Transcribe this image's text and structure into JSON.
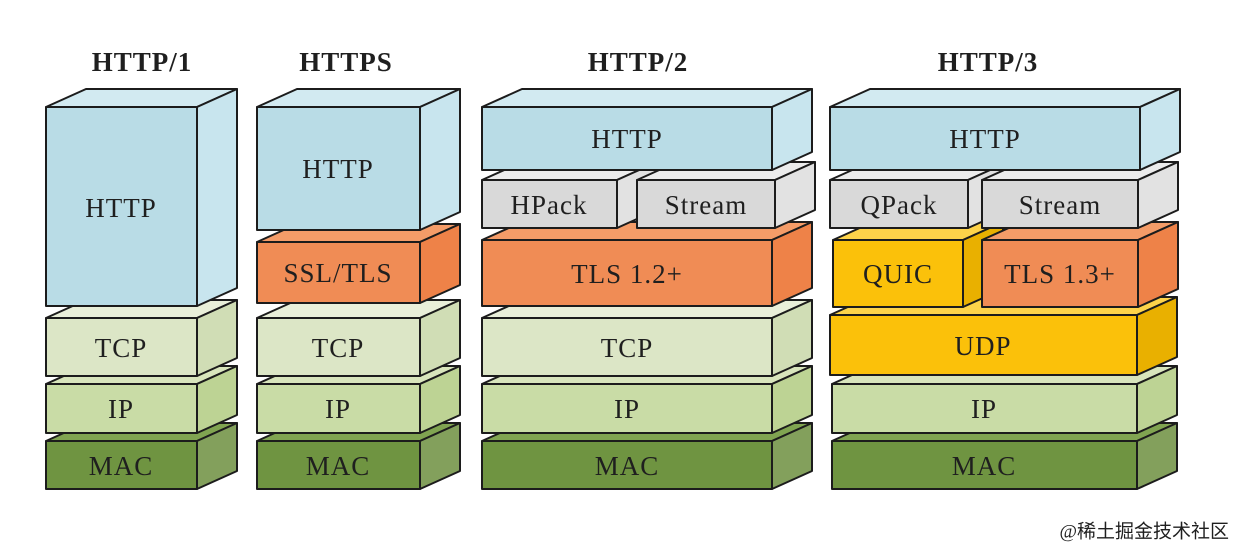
{
  "palette": {
    "blue": {
      "front": "#b9dce6",
      "top": "#d2eaf1",
      "side": "#c8e5ee"
    },
    "gray": {
      "front": "#d9d9d9",
      "top": "#ececec",
      "side": "#e2e2e2"
    },
    "orange": {
      "front": "#f08c55",
      "top": "#f49c68",
      "side": "#ee8248"
    },
    "yellow": {
      "front": "#fbc10a",
      "top": "#fdd34a",
      "side": "#e9b000"
    },
    "pale_green": {
      "front": "#dce6c6",
      "top": "#e9efd9",
      "side": "#d0ddb5"
    },
    "light_green": {
      "front": "#c9dca6",
      "top": "#d8e5bc",
      "side": "#bdd394"
    },
    "olive": {
      "front": "#6f9441",
      "top": "#80a451",
      "side": "#83a05c"
    },
    "outline": "#1c1c1c",
    "label": "#1f1f1f",
    "watermark_color": "#c9c9c9",
    "background": "#ffffff"
  },
  "columns": [
    {
      "title": "HTTP/1",
      "layers": [
        {
          "label": "HTTP",
          "color": "blue"
        },
        {
          "label": "TCP",
          "color": "pale_green"
        },
        {
          "label": "IP",
          "color": "light_green"
        },
        {
          "label": "MAC",
          "color": "olive"
        }
      ]
    },
    {
      "title": "HTTPS",
      "layers": [
        {
          "label": "HTTP",
          "color": "blue"
        },
        {
          "label": "SSL/TLS",
          "color": "orange"
        },
        {
          "label": "TCP",
          "color": "pale_green"
        },
        {
          "label": "IP",
          "color": "light_green"
        },
        {
          "label": "MAC",
          "color": "olive"
        }
      ]
    },
    {
      "title": "HTTP/2",
      "layers": [
        {
          "label": "HTTP",
          "color": "blue"
        },
        {
          "label": "HPack",
          "color": "gray"
        },
        {
          "label": "Stream",
          "color": "gray"
        },
        {
          "label": "TLS 1.2+",
          "color": "orange"
        },
        {
          "label": "TCP",
          "color": "pale_green"
        },
        {
          "label": "IP",
          "color": "light_green"
        },
        {
          "label": "MAC",
          "color": "olive"
        }
      ]
    },
    {
      "title": "HTTP/3",
      "layers": [
        {
          "label": "HTTP",
          "color": "blue"
        },
        {
          "label": "QPack",
          "color": "gray"
        },
        {
          "label": "Stream",
          "color": "gray"
        },
        {
          "label": "QUIC",
          "color": "yellow"
        },
        {
          "label": "TLS 1.3+",
          "color": "orange"
        },
        {
          "label": "UDP",
          "color": "yellow"
        },
        {
          "label": "IP",
          "color": "light_green"
        },
        {
          "label": "MAC",
          "color": "olive"
        }
      ]
    }
  ],
  "watermark": {
    "text": "@稀土掘金技术社区"
  }
}
